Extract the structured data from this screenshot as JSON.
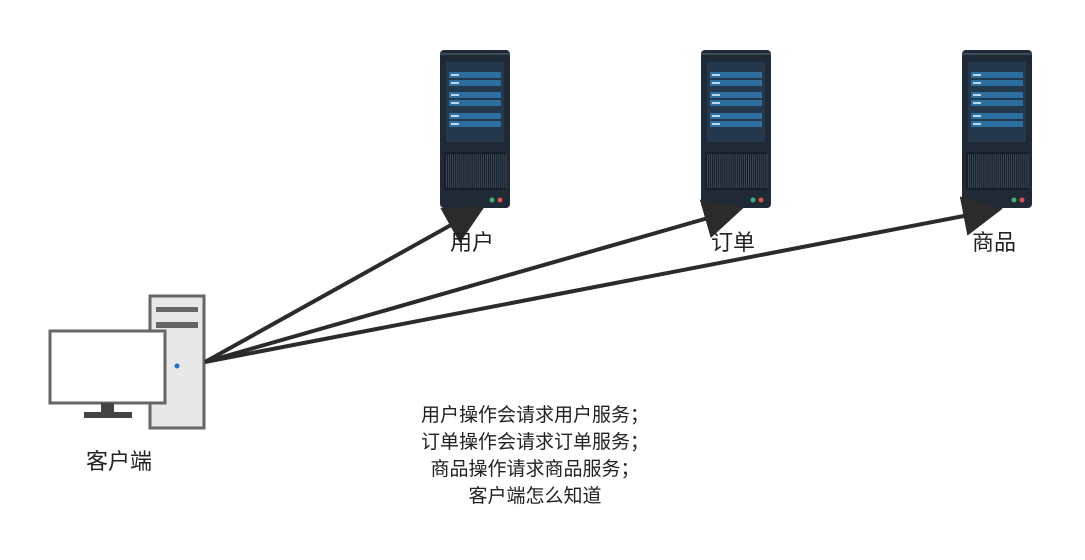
{
  "client": {
    "label": "客户端"
  },
  "servers": [
    {
      "id": "user",
      "label": "用户"
    },
    {
      "id": "order",
      "label": "订单"
    },
    {
      "id": "product",
      "label": "商品"
    }
  ],
  "note_lines": [
    "用户操作会请求用户服务；",
    "订单操作会请求订单服务；",
    "商品操作请求商品服务；",
    "客户端怎么知道"
  ],
  "colors": {
    "arrow": "#2b2b2b",
    "server_body": "#1f2a36",
    "server_panel": "#2e6fa1",
    "server_slot": "#4a89bd",
    "client_frame": "#666666",
    "client_tower": "#e8e8e8",
    "client_screen": "#ffffff"
  }
}
